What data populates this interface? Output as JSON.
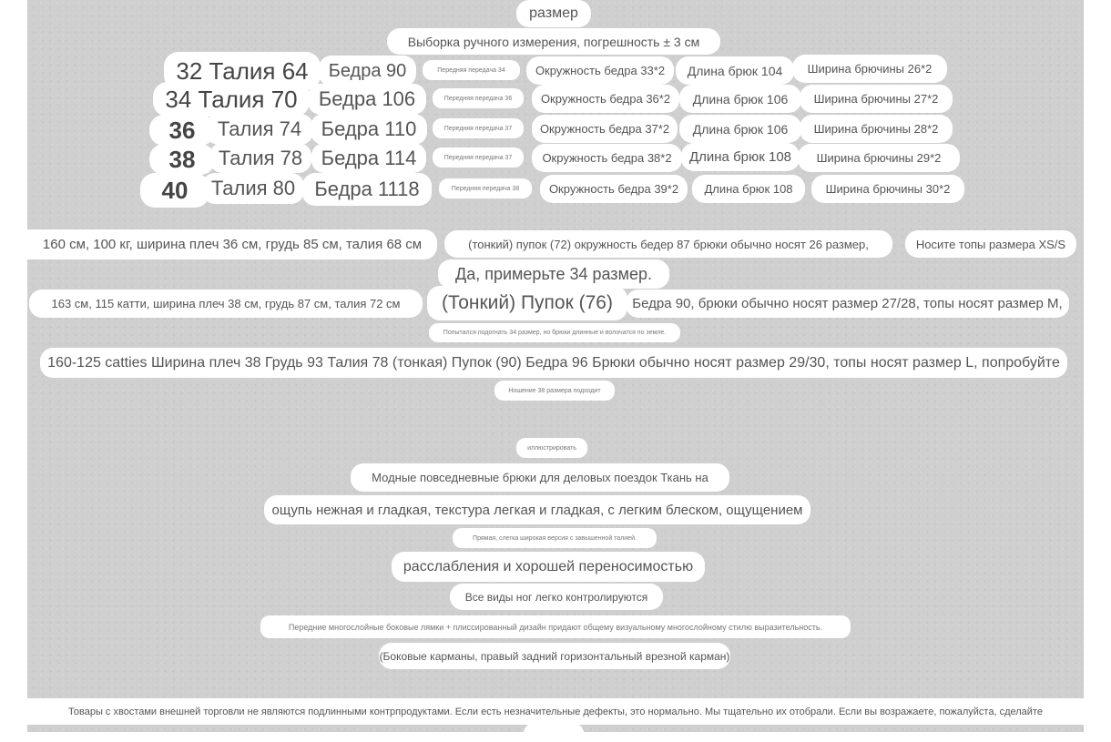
{
  "header": {
    "size_label": "размер",
    "sample_note": "Выборка ручного измерения, погрешность ± 3 см"
  },
  "size_table": {
    "rows": [
      {
        "size": "32",
        "waist": "Талия 64",
        "hips": "Бедра 90",
        "front_rise": "Передняя передача 34",
        "thigh": "Окружность бедра 33*2",
        "length": "Длина брюк 104",
        "hem": "Ширина брючины 26*2"
      },
      {
        "size": "34",
        "waist": "Талия 70",
        "hips": "Бедра 106",
        "front_rise": "Передняя передача 36",
        "thigh": "Окружность бедра 36*2",
        "length": "Длина брюк 106",
        "hem": "Ширина брючины 27*2"
      },
      {
        "size": "36",
        "waist": "Талия 74",
        "hips": "Бедра 110",
        "front_rise": "Передняя передача 37",
        "thigh": "Окружность бедра 37*2",
        "length": "Длина брюк 106",
        "hem": "Ширина брючины 28*2"
      },
      {
        "size": "38",
        "waist": "Талия 78",
        "hips": "Бедра 114",
        "front_rise": "Передняя передача 37",
        "thigh": "Окружность бедра 38*2",
        "length": "Длина брюк 108",
        "hem": "Ширина брючины 29*2"
      },
      {
        "size": "40",
        "waist": "Талия 80",
        "hips": "Бедра 1118",
        "front_rise": "Передняя передача 38",
        "thigh": "Окружность бедра 39*2",
        "length": "Длина брюк 108",
        "hem": "Ширина брючины 30*2"
      }
    ]
  },
  "fitting": {
    "model1_stats": "160 см, 100 кг, ширина плеч 36 см, грудь 85 см, талия 68 см",
    "model1_belly": "(тонкий) пупок (72) окружность бедер 87 брюки обычно носят 26 размер,",
    "model1_tops": "Носите топы размера XS/S",
    "model1_advice": "Да, примерьте 34 размер.",
    "model2_stats": "163 см, 115 катти, ширина плеч 38 см, грудь 87 см, талия 72 см",
    "model2_belly": "(Тонкий) Пупок (76)",
    "model2_hips": "Бедра 90, брюки обычно носят размер 27/28, топы носят размер M,",
    "model2_note": "Попытался подогнать 34 размер, но брюки длинные и волочатся по земле.",
    "model3_stats": "160-125 catties Ширина плеч 38 Грудь 93 Талия 78 (тонкая) Пупок (90) Бедра 96 Брюки обычно носят размер 29/30, топы носят размер L, попробуйте",
    "model3_note": "Ношение 38 размера подходит"
  },
  "description": {
    "illustrate": "иллюстрировать",
    "line1": "Модные повседневные брюки для деловых поездок Ткань на",
    "line2": "ощупь нежная и гладкая, текстура легкая и гладкая, с легким блеском, ощущением",
    "line3": "Прямая, слегка широкая версия с завышенной талией.",
    "line4": "расслабления и хорошей переносимостью",
    "line5": "Все виды ног легко контролируются",
    "line6": "Передние многослойные боковые лямки + плиссированный дизайн придают общему визуальному многослойному стилю выразительность.",
    "line7": "(Боковые карманы, правый задний горизонтальный врезной карман)"
  },
  "footer": {
    "disclaimer": "Товары с хвостами внешней торговли не являются подлинными контрпродуктами. Если есть незначительные дефекты, это нормально. Мы тщательно их отобрали. Если вы возражаете, пожалуйста, сделайте"
  }
}
